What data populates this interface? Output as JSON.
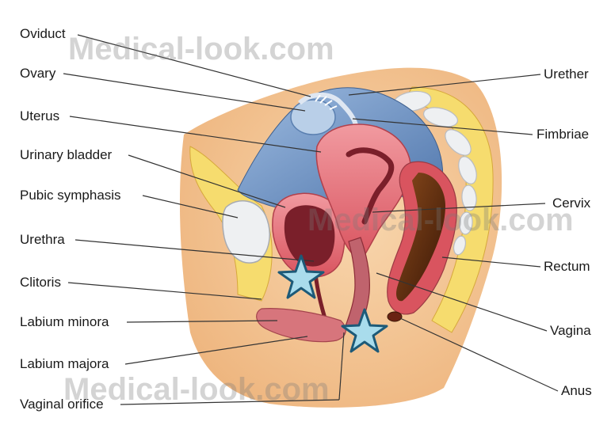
{
  "diagram": {
    "watermark_text": "Medical-look.com",
    "left_labels": {
      "oviduct": "Oviduct",
      "ovary": "Ovary",
      "uterus": "Uterus",
      "urinary_bladder": "Urinary bladder",
      "pubic_symphasis": "Pubic symphasis",
      "urethra": "Urethra",
      "clitoris": "Clitoris",
      "labium_minora": "Labium minora",
      "labium_majora": "Labium majora",
      "vaginal_orifice": "Vaginal orifice"
    },
    "right_labels": {
      "urether": "Urether",
      "fimbriae": "Fimbriae",
      "cervix": "Cervix",
      "rectum": "Rectum",
      "vagina": "Vagina",
      "anus": "Anus"
    },
    "markers": [
      "star-marker",
      "star-marker"
    ],
    "colors": {
      "skin": "#f3c48e",
      "tissue_red": "#e8727a",
      "tissue_dark": "#7a1f2a",
      "peritoneum_blue": "#6f93c4",
      "bone": "#eef0f2",
      "yellow_fat": "#f6dc6e",
      "rectum_brown": "#5a2a0e",
      "star_fill": "#a9dcec",
      "star_stroke": "#1d5a78"
    }
  }
}
